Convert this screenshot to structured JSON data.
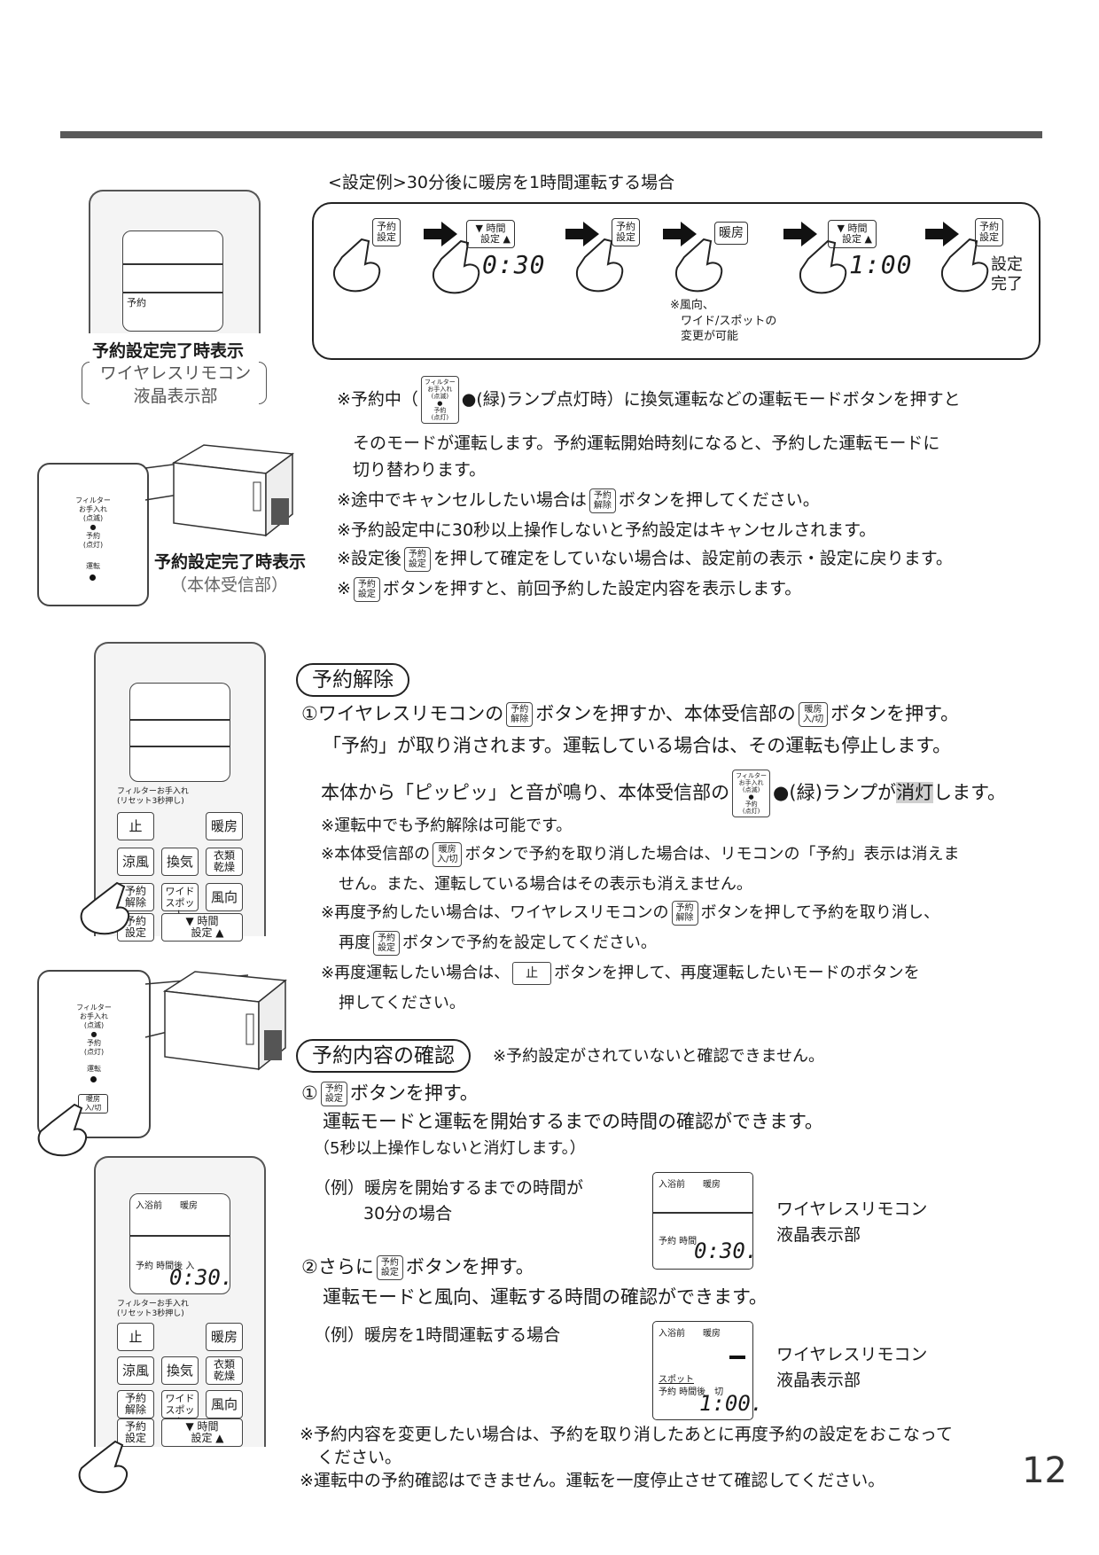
{
  "example_title": "<設定例>30分後に暖房を1時間運転する場合",
  "flow": {
    "k1": "予約\n設定",
    "time_key": "▼ 時間\n　設定 ▲",
    "time1": "0:30",
    "k3": "予約\n設定",
    "heat": "暖房",
    "time2": "1:00",
    "k6": "予約\n設定",
    "done": "設定\n完了",
    "note_lines": [
      "※風向、",
      "ワイド/スポットの",
      "変更が可能"
    ]
  },
  "remote_top": {
    "lcd_label": "予約",
    "caption1": "予約設定完了時表示",
    "caption2": "ワイヤレスリモコン",
    "caption3": "液晶表示部"
  },
  "receiver_top": {
    "panel_lines": [
      "フィルター",
      "お手入れ",
      "(点滅)",
      "●",
      "予約",
      "(点灯)"
    ],
    "run": "運転",
    "caption1": "予約設定完了時表示",
    "caption2": "（本体受信部）"
  },
  "notes_top": {
    "n1_pre": "※予約中（",
    "lamp": "フィルター\nお手入れ\n(点滅)\n●\n予約\n(点灯)",
    "n1_post": "●(緑)ランプ点灯時）に換気運転などの運転モードボタンを押すと",
    "n1_l2": "そのモードが運転します。予約運転開始時刻になると、予約した運転モードに",
    "n1_l3": "切り替わります。",
    "n2_pre": "※途中でキャンセルしたい場合は",
    "key_cancel": "予約\n解除",
    "n2_post": "ボタンを押してください。",
    "n3": "※予約設定中に30秒以上操作しないと予約設定はキャンセルされます。",
    "n4_pre": "※設定後",
    "key_set": "予約\n設定",
    "n4_post": "を押して確定をしていない場合は、設定前の表示・設定に戻ります。",
    "n5_pre": "※",
    "n5_post": "ボタンを押すと、前回予約した設定内容を表示します。"
  },
  "cancel": {
    "heading": "予約解除",
    "l1_a": "①ワイヤレスリモコンの",
    "l1_b": "ボタンを押すか、本体受信部の",
    "key_unit": "暖房\n入/切",
    "l1_c": "ボタンを押す。",
    "l2": "「予約」が取り消されます。運転している場合は、その運転も停止します。",
    "l3_a": "本体から「ピッピッ」と音が鳴り、本体受信部の",
    "l3_b": "●(緑)ランプが",
    "l3_hl": "消灯",
    "l3_c": "します。",
    "s1": "※運転中でも予約解除は可能です。",
    "s2_a": "※本体受信部の",
    "s2_b": "ボタンで予約を取り消した場合は、リモコンの「予約」表示は消えま",
    "s2_l2": "せん。また、運転している場合はその表示も消えません。",
    "s3_a": "※再度予約したい場合は、ワイヤレスリモコンの",
    "s3_b": "ボタンを押して予約を取り消し、",
    "s3_l2_a": "再度",
    "s3_l2_b": "ボタンで予約を設定してください。",
    "s4_a": "※再度運転したい場合は、",
    "key_stop": "止",
    "s4_b": "ボタンを押して、再度運転したいモードのボタンを",
    "s4_l2": "押してください。"
  },
  "remote_mid": {
    "filter": "フィルターお手入れ",
    "reset": "(リセット3秒押し)",
    "stop": "止",
    "heat": "暖房",
    "cool": "涼風",
    "vent": "換気",
    "dry": "衣類\n乾燥",
    "cancel": "予約\n解除",
    "wide": "ワイド\nスポット",
    "dir": "風向",
    "set": "予約\n設定",
    "time": "▼ 時間\n　設定 ▲"
  },
  "receiver_mid": {
    "panel_lines": [
      "フィルター",
      "お手入れ",
      "(点滅)",
      "●",
      "予約",
      "(点灯)"
    ],
    "run": "運転",
    "btn": "暖房\n入/切"
  },
  "confirm": {
    "heading": "予約内容の確認",
    "heading_note": "※予約設定がされていないと確認できません。",
    "step1_a": "①",
    "step1_b": "ボタンを押す。",
    "step1_l2": "運転モードと運転を開始するまでの時間の確認ができます。",
    "step1_l3": "（5秒以上操作しないと消灯します。）",
    "ex1_l1": "（例）暖房を開始するまでの時間が",
    "ex1_l2": "30分の場合",
    "lcd1_top": "入浴前　　暖房",
    "lcd1_bottom": "予約 時間",
    "lcd1_value": "0:30.",
    "lcd_caption1": "ワイヤレスリモコン",
    "lcd_caption2": "液晶表示部",
    "step2_a": "②さらに",
    "step2_b": "ボタンを押す。",
    "step2_l2": "運転モードと風向、運転する時間の確認ができます。",
    "ex2": "（例）暖房を1時間運転する場合",
    "lcd2_top": "入浴前　　暖房",
    "lcd2_spot": "スポット",
    "lcd2_bottom": "予約 時間後　切",
    "lcd2_value": "1:00.",
    "f1": "※予約内容を変更したい場合は、予約を取り消したあとに再度予約の設定をおこなって",
    "f1_l2": "ください。",
    "f2": "※運転中の予約確認はできません。運転を一度停止させて確認してください。"
  },
  "remote_bottom": {
    "lcd_top": "入浴前　　暖房",
    "lcd_mid": "予約 時間後 入",
    "lcd_value": "0:30.",
    "filter": "フィルターお手入れ",
    "reset": "(リセット3秒押し)",
    "stop": "止",
    "heat": "暖房",
    "cool": "涼風",
    "vent": "換気",
    "dry": "衣類\n乾燥",
    "cancel": "予約\n解除",
    "wide": "ワイド\nスポット",
    "dir": "風向",
    "set": "予約\n設定",
    "time": "▼ 時間\n　設定 ▲"
  },
  "page_number": "12"
}
